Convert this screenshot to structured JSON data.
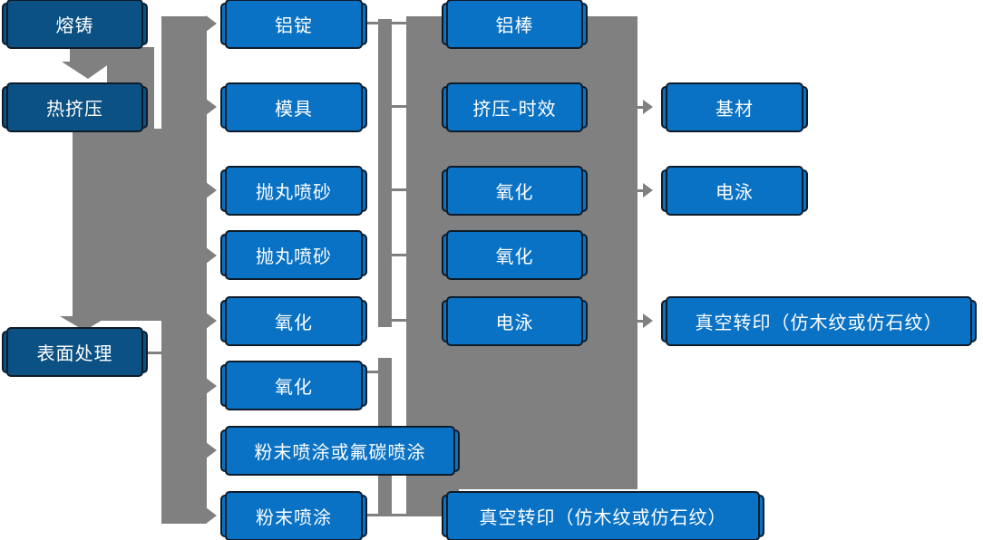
{
  "colors": {
    "canvas_bg": "#ffffff",
    "node_fill": "#0a72c4",
    "node_fill_dark": "#0b5183",
    "node_border": "#0e1c2a",
    "node_text": "#ffffff",
    "connector_gray": "#808080"
  },
  "nodes": {
    "melt": {
      "label": "熔铸"
    },
    "hot_extrusion": {
      "label": "热挤压"
    },
    "surface_treatment": {
      "label": "表面处理"
    },
    "aluminum_ingot": {
      "label": "铝锭"
    },
    "mold": {
      "label": "模具"
    },
    "shot_blasting_1": {
      "label": "抛丸喷砂"
    },
    "shot_blasting_2": {
      "label": "抛丸喷砂"
    },
    "oxidation_1": {
      "label": "氧化"
    },
    "oxidation_2": {
      "label": "氧化"
    },
    "powder_or_fluorocarbon": {
      "label": "粉末喷涂或氟碳喷涂"
    },
    "powder_coating": {
      "label": "粉末喷涂"
    },
    "aluminum_rod": {
      "label": "铝棒"
    },
    "extrusion_aging": {
      "label": "挤压-时效"
    },
    "oxidation_3": {
      "label": "氧化"
    },
    "oxidation_4": {
      "label": "氧化"
    },
    "electrophoresis_1": {
      "label": "电泳"
    },
    "vacuum_transfer_bottom": {
      "label": "真空转印（仿木纹或仿石纹）"
    },
    "base_material": {
      "label": "基材"
    },
    "electrophoresis_2": {
      "label": "电泳"
    },
    "vacuum_transfer_right": {
      "label": "真空转印（仿木纹或仿石纹）"
    }
  }
}
